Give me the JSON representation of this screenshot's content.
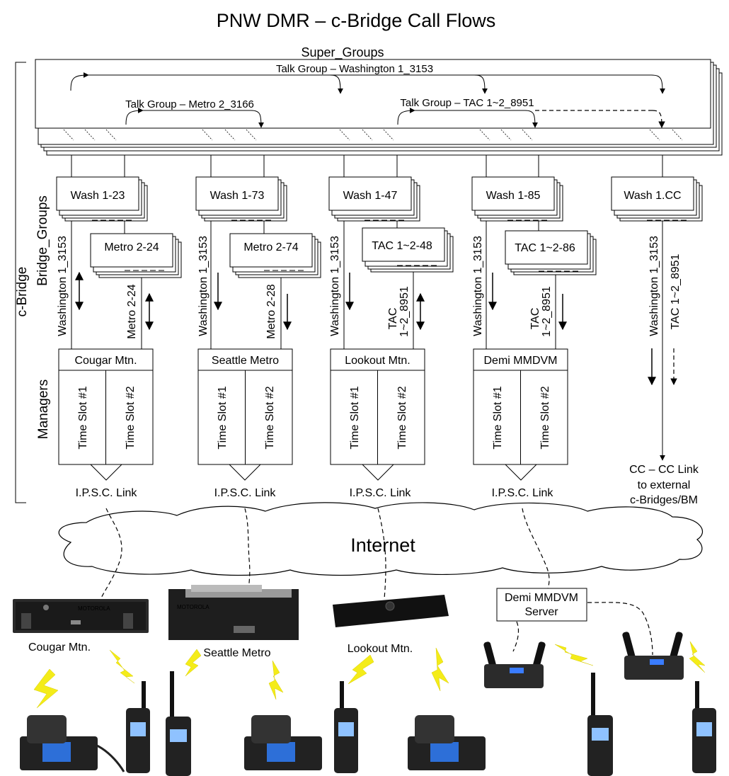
{
  "title": "PNW DMR –  c-Bridge Call Flows",
  "labels": {
    "c_bridge": "c-Bridge",
    "super_groups": "Super_Groups",
    "bridge_groups": "Bridge_Groups",
    "managers": "Managers",
    "internet": "Internet"
  },
  "talk_groups": {
    "washington": "Talk Group – Washington 1_3153",
    "metro": "Talk Group – Metro 2_3166",
    "tac": "Talk Group – TAC 1~2_8951"
  },
  "bridge_groups": {
    "b1": "Wash 1-23",
    "b2": "Wash 1-73",
    "b3": "Wash 1-47",
    "b4": "Wash 1-85",
    "b5": "Wash 1.CC",
    "s1": "Metro 2-24",
    "s2": "Metro 2-74",
    "s3": "TAC 1~2-48",
    "s4": "TAC 1~2-86"
  },
  "link_labels": {
    "c1_left": "Washington 1_3153",
    "c1_right": "Metro 2-24",
    "c2_left": "Washington 1_3153",
    "c2_right": "Metro 2-28",
    "c3_left": "Washington 1_3153",
    "c3_right_1": "TAC",
    "c3_right_2": "1~2_8951",
    "c4_left": "Washington 1_3153",
    "c4_right_1": "TAC",
    "c4_right_2": "1~2_8951",
    "c5_left": "Washington 1_3153",
    "c5_right": "TAC 1~2_8951"
  },
  "managers": {
    "m1": "Cougar Mtn.",
    "m2": "Seattle Metro",
    "m3": "Lookout Mtn.",
    "m4": "Demi MMDVM",
    "ts1": "Time Slot #1",
    "ts2": "Time Slot #2"
  },
  "links": {
    "ipsc": "I.P.S.C. Link",
    "cc1": "CC – CC Link",
    "cc2": "to external",
    "cc3": "c-Bridges/BM"
  },
  "sites": {
    "cougar": "Cougar Mtn.",
    "seattle": "Seattle Metro",
    "lookout": "Lookout Mtn.",
    "demi1": "Demi MMDVM",
    "demi2": "Server"
  },
  "device_brand": "MOTOROLA",
  "colors": {
    "lightning": "#f4ec19",
    "repeater_body": "#2a2a2a",
    "radio_body": "#222222"
  }
}
